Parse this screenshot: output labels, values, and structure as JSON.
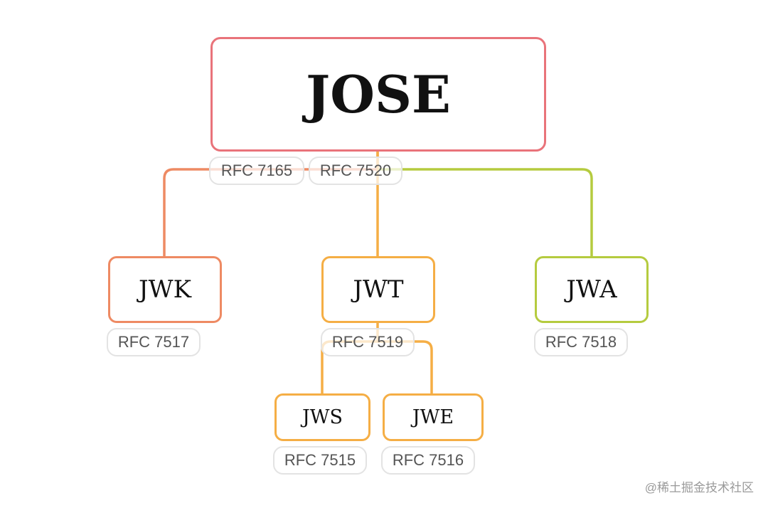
{
  "root": {
    "label": "JOSE",
    "color": "#E9737A"
  },
  "nodes": {
    "jwk": {
      "label": "JWK",
      "rfc": "RFC 7517",
      "color": "#EE8A63"
    },
    "jwt": {
      "label": "JWT",
      "rfc": "RFC 7519",
      "color": "#F5AE45"
    },
    "jwa": {
      "label": "JWA",
      "rfc": "RFC 7518",
      "color": "#B5CB3F"
    },
    "jws": {
      "label": "JWS",
      "rfc": "RFC 7515",
      "color": "#F5AE45"
    },
    "jwe": {
      "label": "JWE",
      "rfc": "RFC 7516",
      "color": "#F5AE45"
    }
  },
  "root_rfcs": [
    "RFC 7165",
    "RFC 7520"
  ],
  "watermark": "@稀土掘金技术社区"
}
